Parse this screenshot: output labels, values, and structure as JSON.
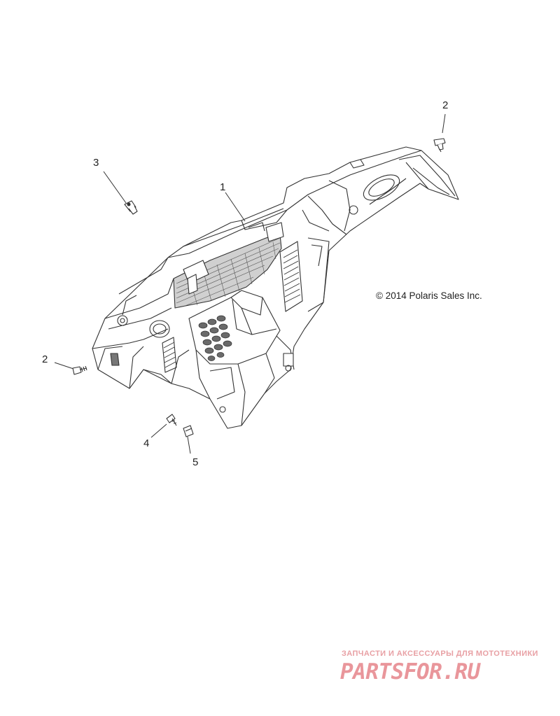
{
  "callouts": {
    "c1": "1",
    "c2_top": "2",
    "c2_left": "2",
    "c3": "3",
    "c4": "4",
    "c5": "5"
  },
  "copyright": "© 2014 Polaris Sales Inc.",
  "watermark": {
    "tagline": "ЗАПЧАСТИ И АКСЕССУАРЫ ДЛЯ МОТОТЕХНИКИ",
    "logo": "PARTSFOR.RU",
    "color": "#e9969b"
  },
  "colors": {
    "line": "#333333",
    "fill": "#ffffff",
    "shade": "#bdbdbd"
  }
}
